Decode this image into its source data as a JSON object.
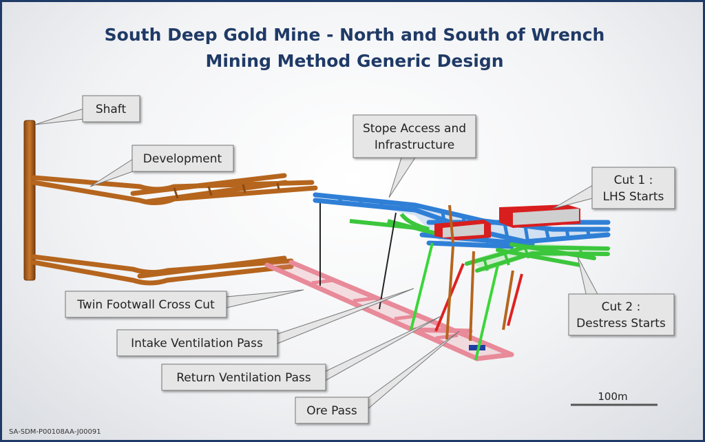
{
  "title": {
    "line1": "South Deep Gold Mine -  North and South of Wrench",
    "line2": "Mining Method Generic Design"
  },
  "callouts": {
    "shaft": "Shaft",
    "development": "Development",
    "stope_access": [
      "Stope Access and",
      "Infrastructure"
    ],
    "cut1": [
      "Cut 1 :",
      "LHS Starts"
    ],
    "cut2": [
      "Cut 2 :",
      "Destress Starts"
    ],
    "twin_footwall": "Twin Footwall Cross Cut",
    "intake_vent": "Intake Ventilation Pass",
    "return_vent": "Return Ventilation Pass",
    "ore_pass": "Ore Pass"
  },
  "scale_bar": {
    "label": "100m"
  },
  "reference": "SA-SDM-P00108AA-J00091",
  "colors": {
    "title": "#1f3a66",
    "development": "#b5651d",
    "stope_access": "#2f7fd6",
    "cut2": "#3cc63c",
    "footwall": "#e88a99",
    "ventilation_intake": "#3ad63a",
    "ventilation_return": "#e02020",
    "ore_pass": "#1f3fa0",
    "stope_block": "#d81e1e",
    "callout_fill": "#e6e6e6"
  }
}
